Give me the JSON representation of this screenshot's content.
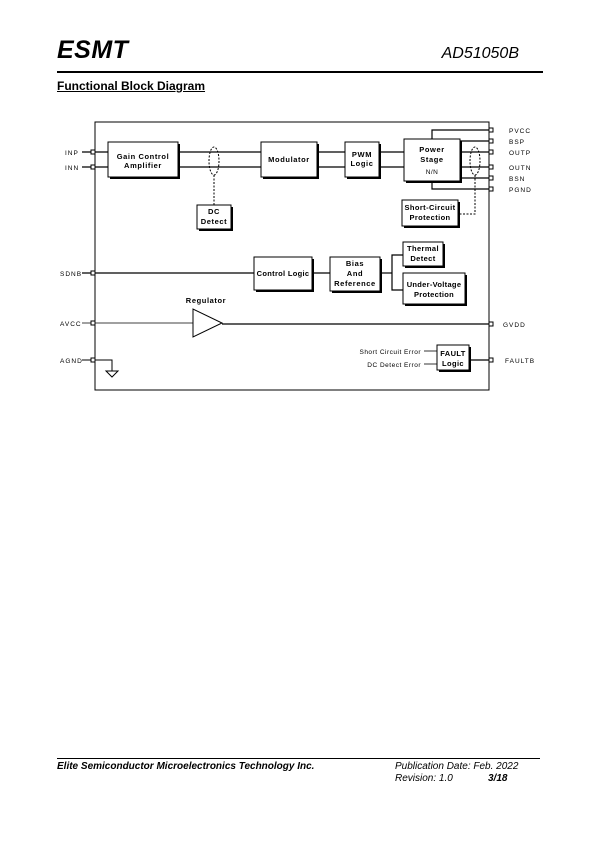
{
  "header": {
    "logo": "ESMT",
    "doc_id": "AD51050B"
  },
  "section_title": "Functional Block Diagram",
  "diagram": {
    "pins_left": {
      "inp": "INP",
      "inn": "INN",
      "sdnb": "SDNB",
      "avcc": "AVCC",
      "agnd": "AGND"
    },
    "pins_right": {
      "pvcc": "PVCC",
      "bsp": "BSP",
      "outp": "OUTP",
      "outn": "OUTN",
      "bsn": "BSN",
      "pgnd": "PGND",
      "gvdd": "GVDD",
      "faultb": "FAULTB"
    },
    "blocks": {
      "gain_l1": "Gain Control",
      "gain_l2": "Amplifier",
      "modulator": "Modulator",
      "pwm_l1": "PWM",
      "pwm_l2": "Logic",
      "power_l1": "Power",
      "power_l2": "Stage",
      "power_l3": "N/N",
      "dc_l1": "DC",
      "dc_l2": "Detect",
      "scp_l1": "Short-Circuit",
      "scp_l2": "Protection",
      "thermal_l1": "Thermal",
      "thermal_l2": "Detect",
      "control": "Control Logic",
      "bias_l1": "Bias",
      "bias_l2": "And",
      "bias_l3": "Reference",
      "uvp_l1": "Under-Voltage",
      "uvp_l2": "Protection",
      "regulator": "Regulator",
      "fault_l1": "FAULT",
      "fault_l2": "Logic"
    },
    "signals": {
      "short_circuit_error": "Short Circuit Error",
      "dc_detect_error": "DC Detect Error"
    }
  },
  "footer": {
    "company": "Elite Semiconductor Microelectronics Technology Inc.",
    "publication": "Publication Date: Feb. 2022",
    "revision": "Revision: 1.0",
    "page": "3/18"
  }
}
